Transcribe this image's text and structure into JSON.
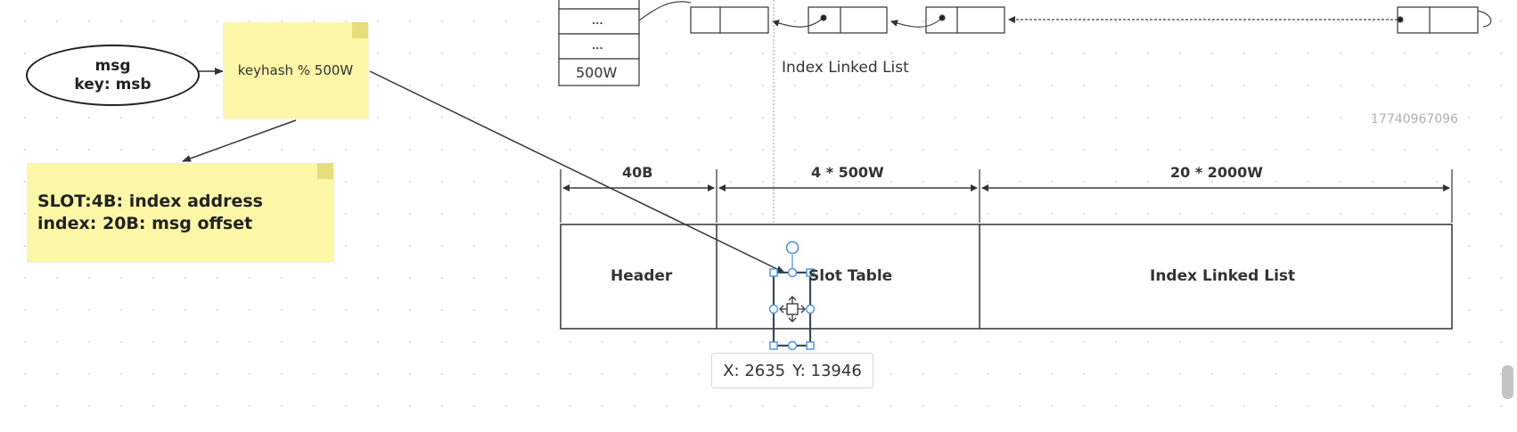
{
  "diagram": {
    "message": {
      "line1": "msg",
      "line2": "key:  msb"
    },
    "hash_note": "keyhash %  500W",
    "slot_note": {
      "line1": "SLOT:4B:  index address",
      "line2": "index:  20B:  msg offset"
    },
    "slot_column": {
      "ellipsis1": "...",
      "ellipsis2": "...",
      "last_cell": "500W"
    },
    "top_list_label": "Index Linked List",
    "watermark": "17740967096",
    "dimensions": [
      "40B",
      "4 * 500W",
      "20 * 2000W"
    ],
    "sections": [
      "Header",
      "Slot Table",
      "Index Linked List"
    ]
  },
  "cursor_tooltip": {
    "x": "X: 2635",
    "y": "Y: 13946"
  },
  "colors": {
    "note_fill": "#fbf7a6",
    "line": "#333333",
    "selection": "#4a90e2"
  },
  "icons": {
    "move": "move-icon",
    "rotate": "rotate-handle"
  }
}
